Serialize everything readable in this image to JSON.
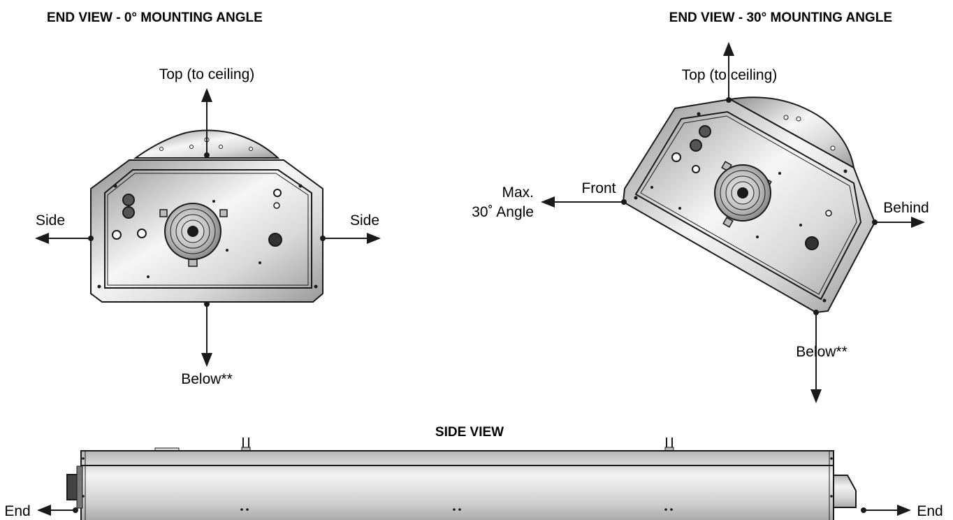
{
  "views": {
    "end_0": {
      "title": "END VIEW - 0° MOUNTING ANGLE",
      "top_label": "Top (to ceiling)",
      "left_label": "Side",
      "right_label": "Side",
      "bottom_label": "Below**"
    },
    "end_30": {
      "title": "END VIEW - 30° MOUNTING ANGLE",
      "top_label": "Top (to ceiling)",
      "front_label": "Front",
      "max_label_line1": "Max.",
      "max_label_line2": "30˚ Angle",
      "behind_label": "Behind",
      "bottom_label": "Below**"
    },
    "side": {
      "title": "SIDE VIEW",
      "left_label": "End",
      "right_label": "End"
    }
  },
  "colors": {
    "line": "#1a1a1a",
    "metal_light": "#f4f4f4",
    "metal_mid": "#c8c8c8",
    "metal_dark": "#8a8a8a"
  }
}
